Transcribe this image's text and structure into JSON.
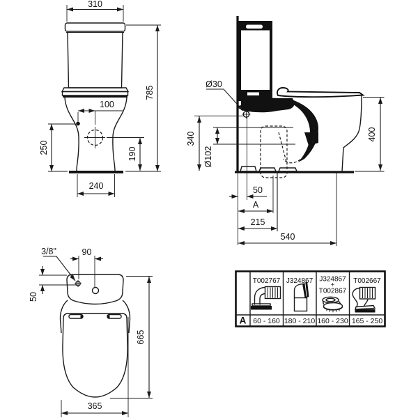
{
  "front_view": {
    "cistern_width": "310",
    "total_height": "785",
    "fixing_offset": "100",
    "fixing_height": "250",
    "outlet_height": "190",
    "base_width": "240"
  },
  "side_view": {
    "inlet_hole_diameter": "Ø30",
    "inlet_height": "340",
    "outlet_diameter": "Ø102",
    "rim_height": "400",
    "inlet_from_wall": "50",
    "rough_in_label": "A",
    "outlet_from_wall": "215",
    "total_depth": "540"
  },
  "top_view": {
    "inlet_thread": "3/8\"",
    "inlet_offset": "90",
    "inlet_depth": "50",
    "total_length": "665",
    "bowl_width": "365"
  },
  "table": {
    "row_label": "A",
    "columns": [
      {
        "lines": [
          "T002767"
        ],
        "range": "60 - 160",
        "icon": "elbow-connector-icon"
      },
      {
        "lines": [
          "J324867"
        ],
        "range": "180 - 210",
        "icon": "straight-connector-icon"
      },
      {
        "lines": [
          "J324867",
          "+",
          "T002867"
        ],
        "range": "160 - 230",
        "icon": "offset-adapter-icon"
      },
      {
        "lines": [
          "T002667"
        ],
        "range": "165 - 250",
        "icon": "swan-neck-connector-icon"
      }
    ]
  },
  "colors": {
    "line": "#1a1a1a",
    "background": "#ffffff"
  }
}
